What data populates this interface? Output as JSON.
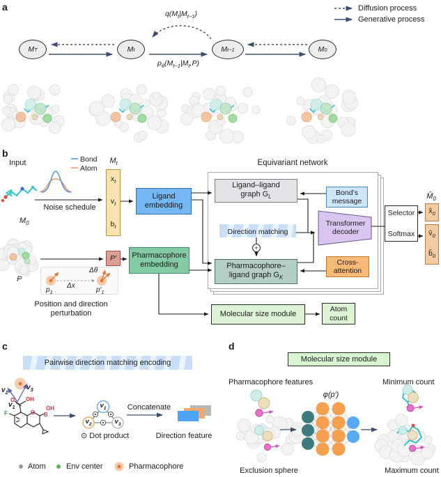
{
  "panel_a": {
    "label": "a",
    "legend": {
      "diffusion": "Diffusion process",
      "generative": "Generative process"
    },
    "nodes": [
      {
        "m": "M",
        "sub": "T"
      },
      {
        "m": "M",
        "sub": "t"
      },
      {
        "m": "M",
        "sub": "t−1"
      },
      {
        "m": "M",
        "sub": "0"
      }
    ],
    "q_label": {
      "p1": "q(M",
      "s1": "t",
      "p2": "|M",
      "s2": "t−1",
      "p3": ")"
    },
    "p_label": {
      "p1": "p",
      "s1": "θ",
      "p2": "(M",
      "s2": "t−1",
      "p3": "|M",
      "s3": "t",
      "p4": ",P)"
    }
  },
  "panel_b": {
    "label": "b",
    "input_label": "Input",
    "curve_legend": {
      "bond": "Bond",
      "atom": "Atom"
    },
    "noise_schedule": "Noise schedule",
    "m0": {
      "m": "M",
      "sub": "0"
    },
    "mt": {
      "m": "M",
      "sub": "t"
    },
    "state": {
      "x": {
        "b": "x",
        "s": "t"
      },
      "v": {
        "b": "v",
        "s": "t"
      },
      "bb": {
        "b": "b",
        "s": "t"
      }
    },
    "ligand_embedding": "Ligand embedding",
    "equivariant_title": "Equivariant network",
    "gl": {
      "l1": "Ligand–ligand",
      "l2": "graph G",
      "sub": "L"
    },
    "bonds_message": "Bond’s message",
    "direction_matching": "Direction matching",
    "plus": "+",
    "gk": {
      "l1": "Pharmacophore–",
      "l2": "ligand graph G",
      "sub": "K"
    },
    "transformer": {
      "l1": "Transformer",
      "l2": "decoder"
    },
    "cross_attention": {
      "l1": "Cross-",
      "l2": "attention"
    },
    "selector": "Selector",
    "softmax": "Softmax",
    "m0hat": {
      "m": "M̂",
      "sub": "0"
    },
    "out": {
      "x": {
        "b": "x̂",
        "s": "0"
      },
      "v": {
        "b": "v̂",
        "s": "0"
      },
      "bb": {
        "b": "b̂",
        "s": "0"
      }
    },
    "p_label": "P",
    "p_prime": "P′",
    "pharmacophore_embedding": "Pharmacophore embedding",
    "perturb": {
      "dtheta": "Δθ",
      "dx": "Δx",
      "p1": {
        "b": "p",
        "s": "1"
      },
      "pp1": {
        "b": "p′",
        "s": "1"
      },
      "caption1": "Position and direction",
      "caption2": "perturbation"
    },
    "molecular_size_module": "Molecular size module",
    "atom_count": {
      "l1": "Atom",
      "l2": "count"
    }
  },
  "panel_c": {
    "label": "c",
    "title": "Pairwise direction matching encoding",
    "vectors": {
      "v1": {
        "b": "v",
        "s": "1"
      },
      "v2": {
        "b": "v",
        "s": "2"
      },
      "v3": {
        "b": "v",
        "s": "3"
      }
    },
    "mol_labels": {
      "o_carbonyl": "O",
      "oh_top": "OH",
      "f": "F",
      "o_ring": "O",
      "b": "B",
      "oh_right": "OH"
    },
    "dot_symbol": "⊙",
    "dot_product": "Dot product",
    "concatenate": "Concatenate",
    "direction_feature": "Direction feature",
    "legend": {
      "atom": "Atom",
      "env_center": "Env center",
      "pharmacophore": "Pharmacophore"
    }
  },
  "panel_d": {
    "label": "d",
    "title": "Molecular size module",
    "pharmacophore_features": "Pharmacophore features",
    "minimum_count": "Minimum count",
    "phi": "φ(p′)",
    "exclusion_sphere": "Exclusion sphere",
    "maximum_count": "Maximum count"
  },
  "colors": {
    "arrow_navy": "#3e4d6e",
    "arrow_black": "#1a1a1a",
    "mt_box": "#f7e3ae",
    "ligand_embedding": "#74b7f2",
    "p_prime_box": "#dd9e95",
    "pharmacophore_embedding": "#82cba4",
    "gl_box": "#e4e4e8",
    "gk_box": "#b4cec7",
    "bonds_message": "#cde7f9",
    "transformer": "#d9c5ef",
    "cross_attention": "#f7b977",
    "output_box": "#f3cba3",
    "light_green": "#ddf3d5",
    "bond_curve": "#5898e8",
    "atom_curve": "#f0975a",
    "nn_input": "#3e7b7e",
    "nn_hidden": "#f5a04e",
    "nn_output": "#57a9f1",
    "pharmacophore_orange": "#e07838",
    "env_green": "#58b558",
    "atom_gray": "#9a9a9a",
    "feature_blue": "#4da3f5",
    "feature_orange": "#f0a868",
    "feature_gray": "#b8b8b8"
  }
}
